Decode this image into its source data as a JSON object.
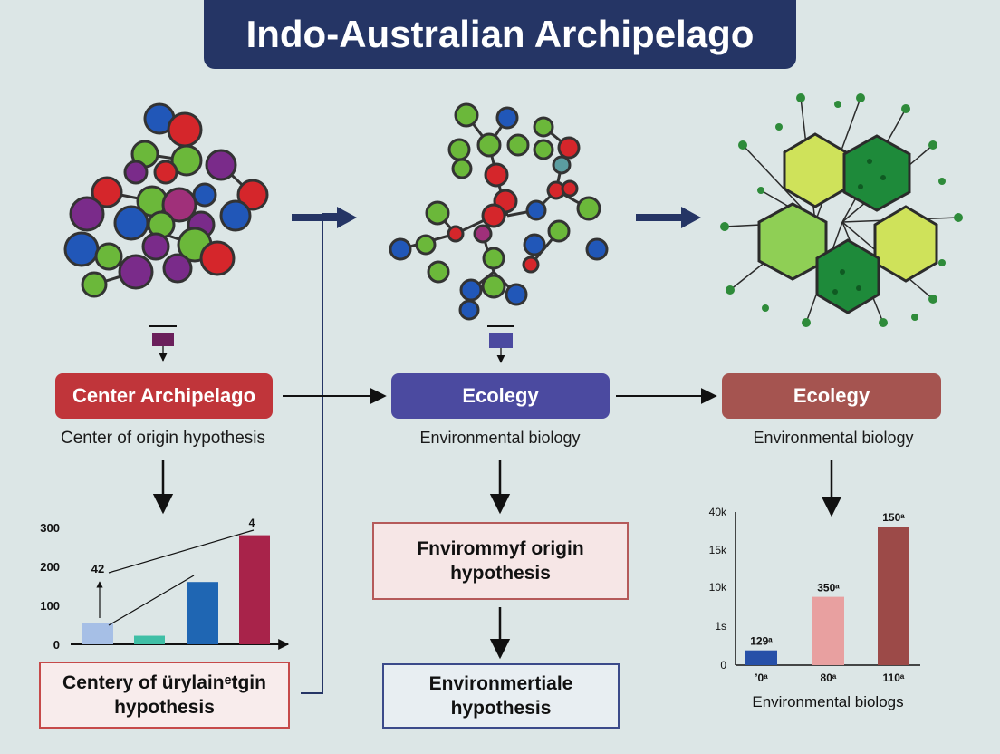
{
  "title": "Indo-Australian Archipelago",
  "colors": {
    "title_bg": "#253565",
    "pill_left": "#c0353a",
    "pill_mid": "#4b4aa0",
    "pill_right": "#a55450",
    "arrow": "#253565"
  },
  "columns": {
    "left": {
      "pill": "Center Archipelago",
      "caption": "Center of origin hypothesis",
      "box": {
        "line1": "Centery of ürylainᵉtgin",
        "line2": "hypothesis"
      }
    },
    "middle": {
      "pill": "Ecolegy",
      "caption": "Environmental biology",
      "box1": {
        "line1": "Fnvirommyf origin",
        "line2": "hypothesis"
      },
      "box2": {
        "line1": "Environmertiale",
        "line2": "hypothesis"
      }
    },
    "right": {
      "pill": "Ecolegy",
      "caption": "Environmental biology"
    }
  },
  "chart_data": [
    {
      "type": "bar",
      "y_ticks": [
        "300",
        "200",
        "100",
        "0"
      ],
      "values": [
        55,
        22,
        160,
        280
      ],
      "colors": [
        "#a6bfe6",
        "#3fbfa6",
        "#1f66b3",
        "#a8234a"
      ],
      "ylim": [
        0,
        300
      ],
      "annotations": [
        "42",
        "4"
      ]
    },
    {
      "type": "bar",
      "y_ticks": [
        "40k",
        "15k",
        "10k",
        "1s",
        "0"
      ],
      "categories": [
        "ʼ0ᵃ",
        "80ᵃ",
        "110ᵃ"
      ],
      "values": [
        8,
        37,
        75
      ],
      "colors": [
        "#2750a8",
        "#e8a0a0",
        "#9c4a48"
      ],
      "ylim": [
        0,
        80
      ],
      "data_labels": [
        "129ᵃ",
        "350ᵃ",
        "150ᵃ"
      ],
      "xlabel": "Environmental biologs"
    }
  ]
}
